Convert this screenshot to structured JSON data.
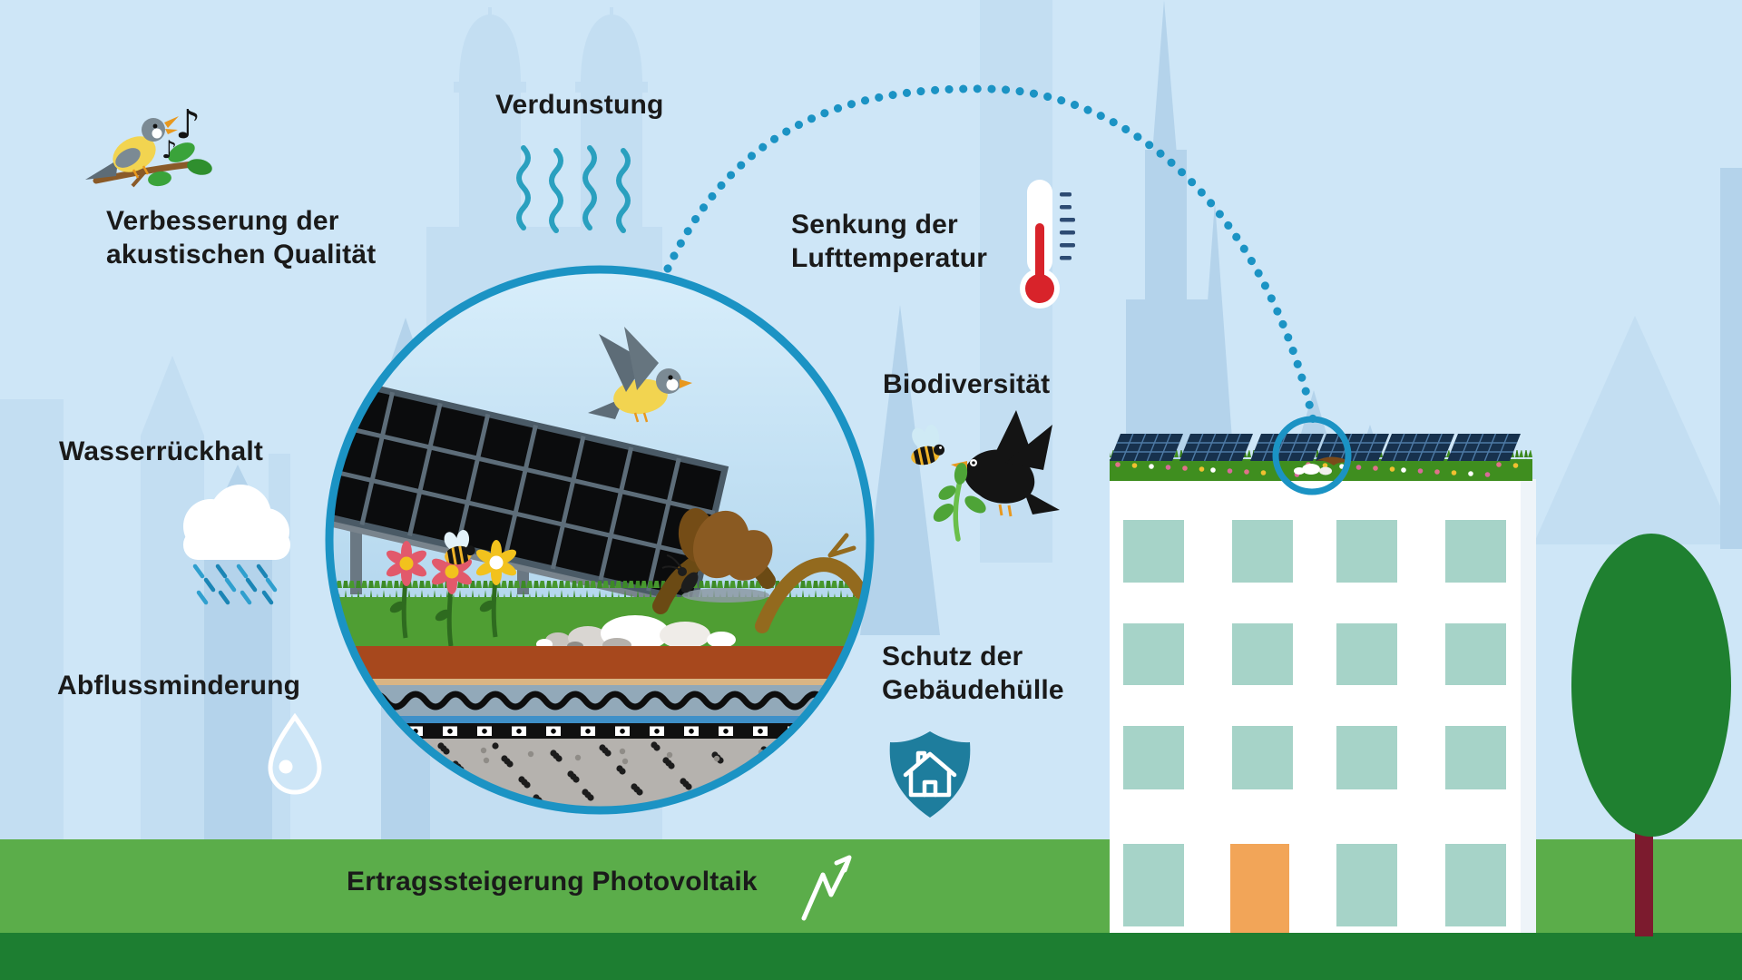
{
  "labels": {
    "acoustic": "Verbesserung der\nakustischen Qualität",
    "evaporation": "Verdunstung",
    "air_temperature": "Senkung der\nLufttemperatur",
    "biodiversity": "Biodiversität",
    "water_retention": "Wasserrückhalt",
    "runoff_reduction": "Abflussminderung",
    "building_envelope": "Schutz der\nGebäudehülle",
    "pv_yield": "Ertragssteigerung Photovoltaik"
  },
  "glyphs": {
    "music_note_large": "♪",
    "music_note_small": "♪"
  },
  "icons": {
    "acoustic_icon": "singing-bird-icon",
    "evaporation_icon": "evaporation-waves-icon",
    "air_temperature_icon": "thermometer-icon",
    "biodiversity_icons": "bee-icon, blackbird-icon, sprout-icon",
    "water_retention_icon": "rain-cloud-icon",
    "runoff_icon": "water-drop-icon",
    "envelope_icon": "shield-house-icon",
    "pv_icon": "growth-arrow-icon",
    "connector": "dotted-zoom-arc",
    "magnifier": "green-roof-detail-circle"
  },
  "colors": {
    "sky": "#cee6f7",
    "skyline_light": "#c3def2",
    "skyline_dark": "#b4d3eb",
    "teal": "#1b93c4",
    "evaporation_teal": "#2aa0bf",
    "grass_band": "#5bad4a",
    "ground_dark": "#1d7e31",
    "roof_grass": "#3f8e1f",
    "tree_canopy": "#1f8030",
    "tree_trunk": "#7c1b2e",
    "building_white": "#ffffff",
    "window_teal": "#a6d3c8",
    "door_orange": "#f2a558",
    "solar_navy": "#17314d",
    "solar_grid": "#4e7ba6",
    "shield_teal": "#1e7d9d",
    "thermometer_red": "#d8232a",
    "tick_navy": "#2d4b73",
    "substrate_brown": "#a7481d",
    "text": "#1a1a1a"
  }
}
